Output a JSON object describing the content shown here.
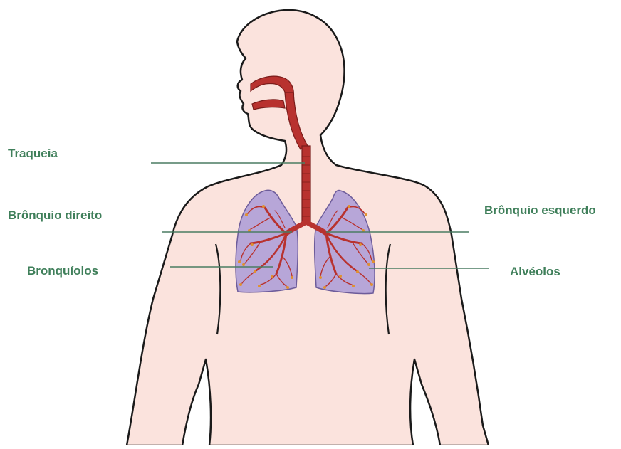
{
  "labels": {
    "traqueia": "Traqueia",
    "bronquio_direito": "Brônquio direito",
    "bronquiolos": "Bronquíolos",
    "bronquio_esquerdo": "Brônquio esquerdo",
    "alveolos": "Alvéolos"
  },
  "colors": {
    "label_text": "#3f7f5a",
    "leader_line": "#4a7c62",
    "skin": "#fbe3dd",
    "outline": "#1a1a1a",
    "airway": "#b8322f",
    "airway_dark": "#7a1c1a",
    "lung_fill": "#b7a6d8",
    "lung_edge": "#6d5c9a",
    "alveoli": "#e0912f"
  }
}
